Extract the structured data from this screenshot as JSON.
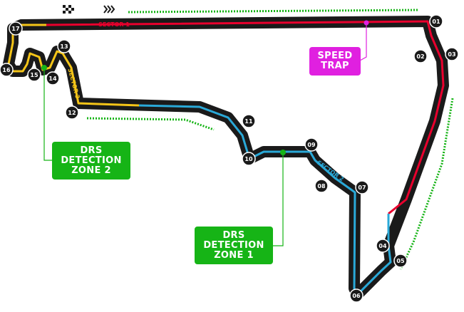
{
  "map": {
    "start_icons": {
      "flag": "checkered-flag-icon",
      "direction": "chevrons-right-icon"
    },
    "colors": {
      "track": "#1a1a1a",
      "sector1": "#e8002d",
      "sector2": "#2aa9d8",
      "sector3": "#f5c518",
      "drs": "#16b416",
      "speed_trap": "#e020e0",
      "edge": "#ffffff"
    },
    "sectors": [
      {
        "id": "sector1",
        "label": "SECTOR 1"
      },
      {
        "id": "sector2",
        "label": "SECTOR 2"
      },
      {
        "id": "sector3",
        "label": "SECTOR 3"
      }
    ],
    "turns": [
      "01",
      "02",
      "03",
      "04",
      "05",
      "06",
      "07",
      "08",
      "09",
      "10",
      "11",
      "12",
      "13",
      "14",
      "15",
      "16",
      "17"
    ],
    "speed_trap": {
      "line1": "SPEED",
      "line2": "TRAP"
    },
    "drs_zones": [
      {
        "line1": "DRS",
        "line2": "DETECTION",
        "line3": "ZONE 1"
      },
      {
        "line1": "DRS",
        "line2": "DETECTION",
        "line3": "ZONE 2"
      }
    ]
  }
}
